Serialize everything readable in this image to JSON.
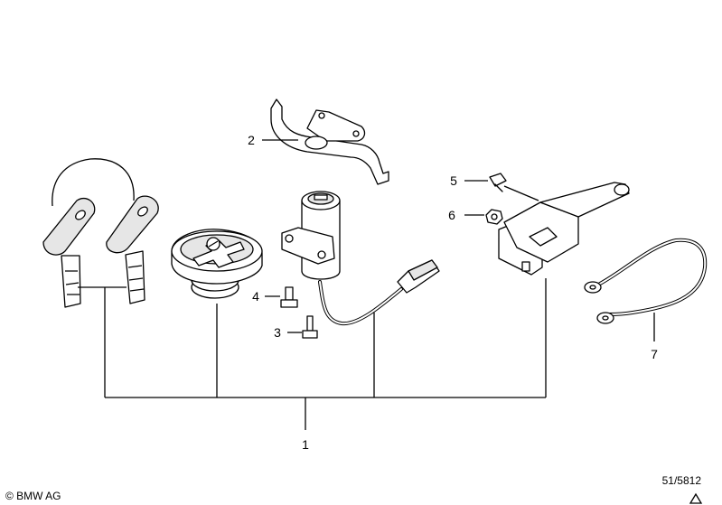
{
  "callouts": [
    {
      "id": "1",
      "label": "1"
    },
    {
      "id": "2",
      "label": "2"
    },
    {
      "id": "3",
      "label": "3"
    },
    {
      "id": "4",
      "label": "4"
    },
    {
      "id": "5",
      "label": "5"
    },
    {
      "id": "6",
      "label": "6"
    },
    {
      "id": "7",
      "label": "7"
    }
  ],
  "footer": {
    "copyright": "© BMW AG",
    "diagram_number": "51/5812"
  },
  "icons": {
    "corner_mark": "triangle-icon"
  }
}
